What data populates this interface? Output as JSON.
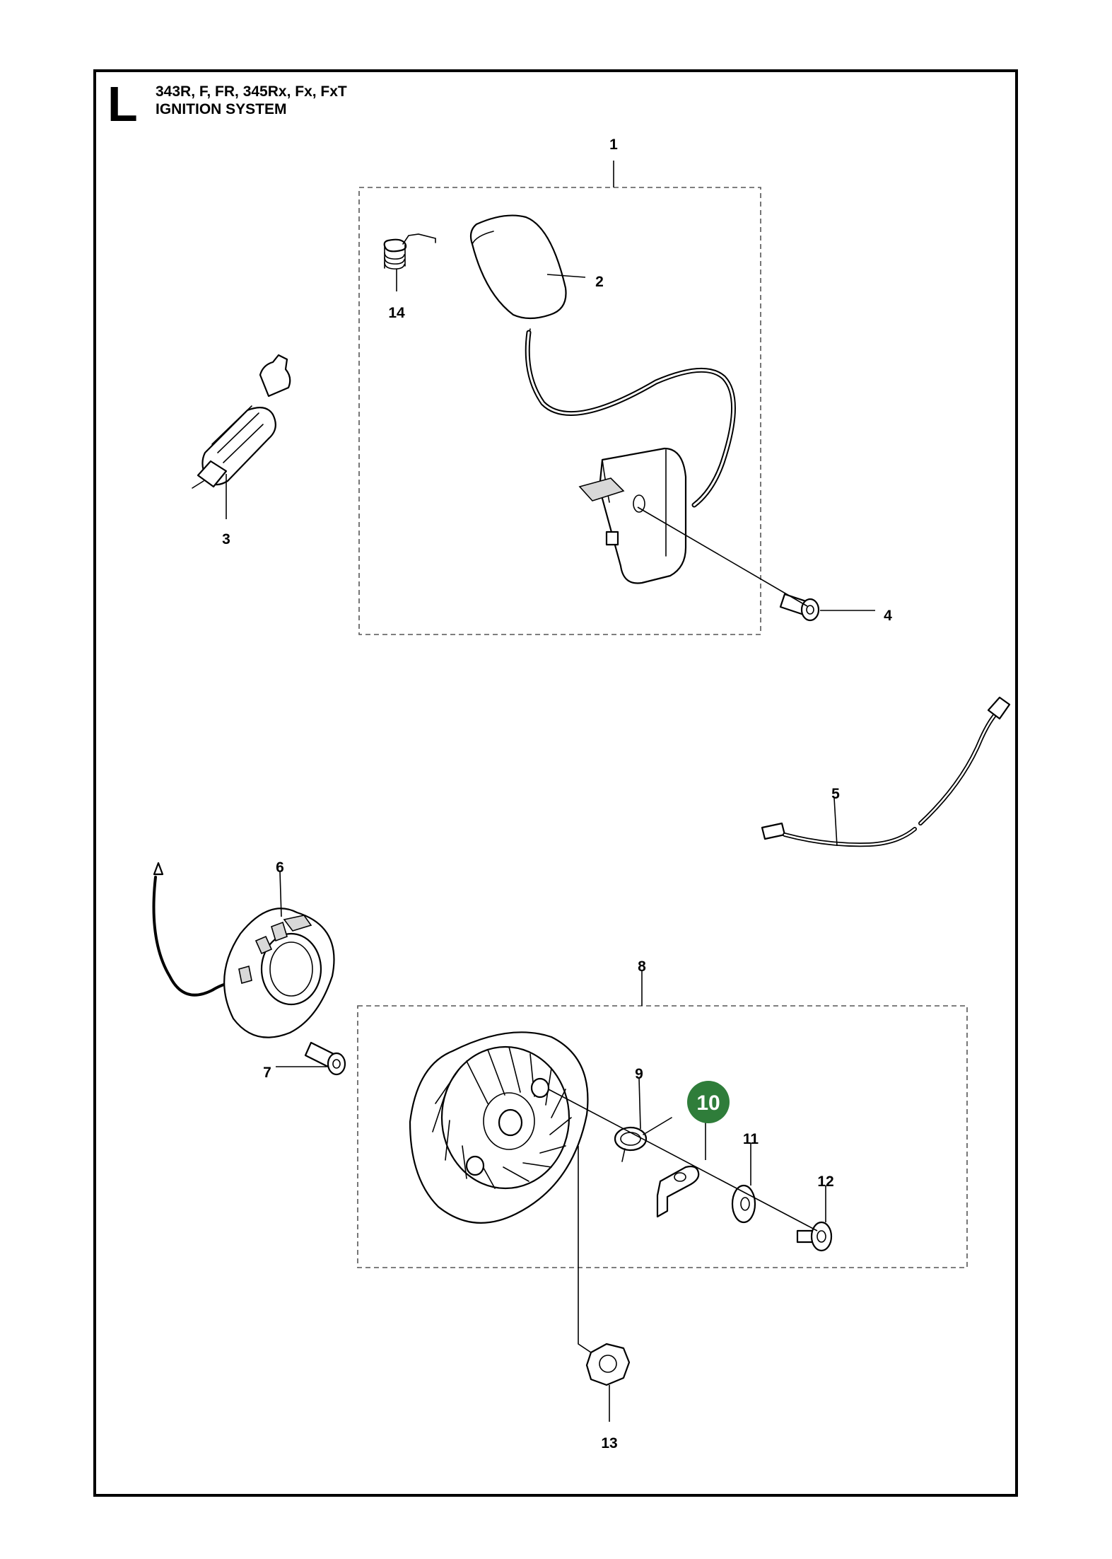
{
  "header": {
    "section_letter": "L",
    "models": "343R, F, FR, 345Rx, Fx, FxT",
    "title": "IGNITION SYSTEM"
  },
  "colors": {
    "highlight": "#2f7d3a",
    "line": "#000000",
    "frame": "#000000"
  },
  "parts": [
    {
      "number": "1",
      "item": "ignition-module-assembly"
    },
    {
      "number": "2",
      "item": "spark-plug-cap"
    },
    {
      "number": "3",
      "item": "spark-plug"
    },
    {
      "number": "4",
      "item": "screw"
    },
    {
      "number": "5",
      "item": "short-circuit-cable"
    },
    {
      "number": "6",
      "item": "generator-coil"
    },
    {
      "number": "7",
      "item": "screw"
    },
    {
      "number": "8",
      "item": "flywheel-assembly"
    },
    {
      "number": "9",
      "item": "spring"
    },
    {
      "number": "10",
      "item": "pawl",
      "highlighted": true
    },
    {
      "number": "11",
      "item": "washer"
    },
    {
      "number": "12",
      "item": "screw"
    },
    {
      "number": "13",
      "item": "nut"
    },
    {
      "number": "14",
      "item": "spring"
    }
  ]
}
